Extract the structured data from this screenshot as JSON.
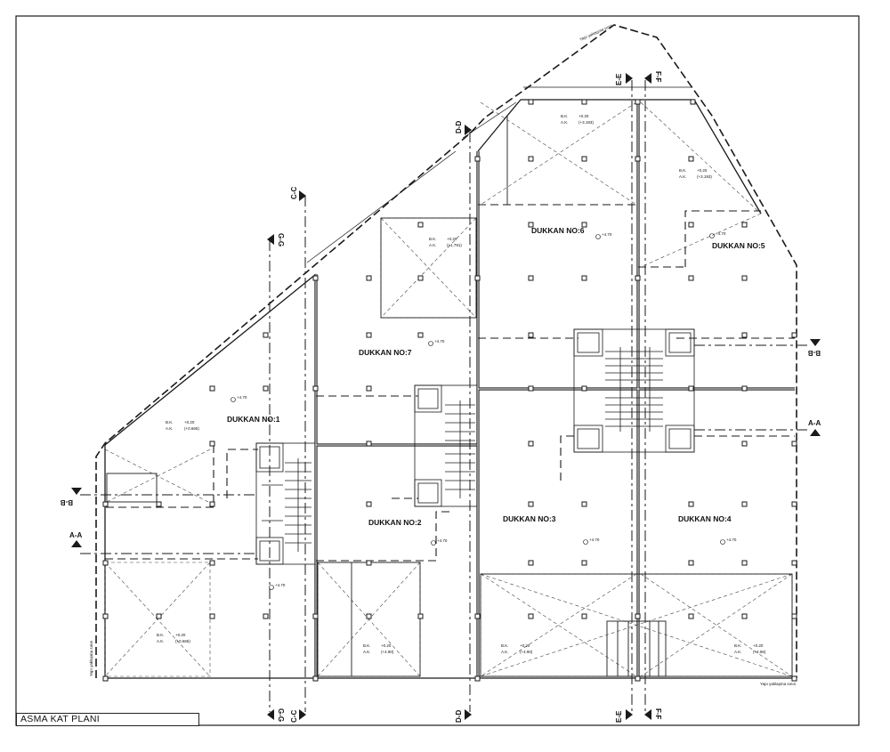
{
  "drawing_title": "ASMA KAT PLANI",
  "shops": [
    {
      "id": "1",
      "label": "DUKKAN NO:1"
    },
    {
      "id": "2",
      "label": "DUKKAN NO:2"
    },
    {
      "id": "3",
      "label": "DUKKAN NO:3"
    },
    {
      "id": "4",
      "label": "DUKKAN NO:4"
    },
    {
      "id": "5",
      "label": "DUKKAN NO:5"
    },
    {
      "id": "6",
      "label": "DUKKAN NO:6"
    },
    {
      "id": "7",
      "label": "DUKKAN NO:7"
    }
  ],
  "level_marker": "+4.70",
  "void_labels": {
    "bk": "B.K.",
    "ak": "A.K.",
    "bk_value": "+0.20",
    "values": [
      "(+0.665)",
      "(+0.665)",
      "(+4.90)",
      "(+4.90)",
      "(+4.96)",
      "(+1.791)",
      "(+3.193)",
      "(+3.193)"
    ]
  },
  "section_labels": {
    "aa": "A-A",
    "bb": "B-B",
    "cc": "C-C",
    "dd": "D-D",
    "ee": "E-E",
    "ff": "F-F",
    "gg": "G-G"
  },
  "boundary_labels": {
    "left": "Yapı yaklaşma sınırı",
    "bottom": "Yapı yaklaşma sınırı",
    "top": "Yapı yaklaşma sınırı"
  },
  "colors": {
    "line": "#1a1a1a",
    "hatch": "#555555",
    "background": "#ffffff"
  }
}
